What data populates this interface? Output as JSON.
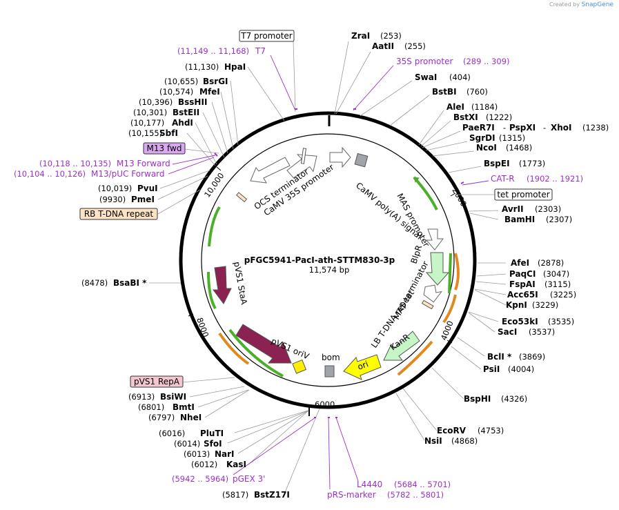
{
  "credit": {
    "prefix": "Created by",
    "brand": "SnapGene"
  },
  "map": {
    "name": "pFGC5941-PacI-ath-STTM830-3p",
    "length": "11,574 bp",
    "ticks": [
      "2000",
      "4000",
      "6000",
      "8000",
      "10,000"
    ]
  },
  "sites": [
    {
      "name": "ZraI",
      "pos": "(253)"
    },
    {
      "name": "AatII",
      "pos": "(255)"
    },
    {
      "name": "SwaI",
      "pos": "(404)"
    },
    {
      "name": "BstBI",
      "pos": "(760)"
    },
    {
      "name": "AleI",
      "pos": "(1184)"
    },
    {
      "name": "BstXI",
      "pos": "(1222)"
    },
    {
      "name": "PaeR7I",
      "pos": ""
    },
    {
      "name": "PspXI",
      "pos": ""
    },
    {
      "name": "XhoI",
      "pos": "(1238)"
    },
    {
      "name": "SgrDI",
      "pos": "(1315)"
    },
    {
      "name": "NcoI",
      "pos": "(1468)"
    },
    {
      "name": "BspEI",
      "pos": "(1773)"
    },
    {
      "name": "AvrII",
      "pos": "(2303)"
    },
    {
      "name": "BamHI",
      "pos": "(2307)"
    },
    {
      "name": "AfeI",
      "pos": "(2878)"
    },
    {
      "name": "PaqCI",
      "pos": "(3047)"
    },
    {
      "name": "FspAI",
      "pos": "(3115)"
    },
    {
      "name": "Acc65I",
      "pos": "(3225)"
    },
    {
      "name": "KpnI",
      "pos": "(3229)"
    },
    {
      "name": "Eco53kI",
      "pos": "(3535)"
    },
    {
      "name": "SacI",
      "pos": "(3537)"
    },
    {
      "name": "BclI *",
      "pos": "(3869)"
    },
    {
      "name": "PsiI",
      "pos": "(4004)"
    },
    {
      "name": "BspHI",
      "pos": "(4326)"
    },
    {
      "name": "EcoRV",
      "pos": "(4753)"
    },
    {
      "name": "NsiI",
      "pos": "(4868)"
    },
    {
      "name": "BstZ17I",
      "pos": "(5817)"
    },
    {
      "name": "KasI",
      "pos": "(6012)"
    },
    {
      "name": "NarI",
      "pos": "(6013)"
    },
    {
      "name": "SfoI",
      "pos": "(6014)"
    },
    {
      "name": "PluTI",
      "pos": "(6016)"
    },
    {
      "name": "NheI",
      "pos": "(6797)"
    },
    {
      "name": "BmtI",
      "pos": "(6801)"
    },
    {
      "name": "BsiWI",
      "pos": "(6913)"
    },
    {
      "name": "BsaBI *",
      "pos": "(8478)"
    },
    {
      "name": "PmeI",
      "pos": "(9930)"
    },
    {
      "name": "PvuI",
      "pos": "(10,019)"
    },
    {
      "name": "SbfI",
      "pos": "(10,155)"
    },
    {
      "name": "AhdI",
      "pos": "(10,177)"
    },
    {
      "name": "BstEII",
      "pos": "(10,301)"
    },
    {
      "name": "BssHII",
      "pos": "(10,396)"
    },
    {
      "name": "MfeI",
      "pos": "(10,574)"
    },
    {
      "name": "BsrGI",
      "pos": "(10,655)"
    },
    {
      "name": "HpaI",
      "pos": "(11,130)"
    }
  ],
  "primers": [
    {
      "name": "T7",
      "range": "(11,149 .. 11,168)"
    },
    {
      "name": "35S promoter",
      "range": "(289 .. 309)"
    },
    {
      "name": "CAT-R",
      "range": "(1902 .. 1921)"
    },
    {
      "name": "M13 Forward",
      "range": "(10,118 .. 10,135)"
    },
    {
      "name": "M13/pUC Forward",
      "range": "(10,104 .. 10,126)"
    },
    {
      "name": "pGEX 3'",
      "range": "(5942 .. 5964)"
    },
    {
      "name": "L4440",
      "range": "(5684 .. 5701)"
    },
    {
      "name": "pRS-marker",
      "range": "(5782 .. 5801)"
    }
  ],
  "boxed_labels": [
    {
      "text": "T7 promoter",
      "style": "white"
    },
    {
      "text": "tet promoter",
      "style": "white"
    },
    {
      "text": "M13 fwd",
      "style": "violet"
    },
    {
      "text": "RB T-DNA repeat",
      "style": "peach"
    },
    {
      "text": "pVS1 RepA",
      "style": "pink"
    }
  ],
  "features": [
    {
      "name": "OCS terminator"
    },
    {
      "name": "CaMV 35S promoter"
    },
    {
      "name": "CaMV poly(A) signal"
    },
    {
      "name": "MAS promoter"
    },
    {
      "name": "BlpR"
    },
    {
      "name": "MAS terminator"
    },
    {
      "name": "LB T-DNA repeat"
    },
    {
      "name": "KanR"
    },
    {
      "name": "ori"
    },
    {
      "name": "bom"
    },
    {
      "name": "pVS1 oriV"
    },
    {
      "name": "pVS1 StaA"
    }
  ],
  "colors": {
    "primer": "#9b2fc9",
    "line": "#9a9a9a",
    "green_arrow": "#4caf2a",
    "orange_arrow": "#e08a1e",
    "staA": "#8b2252",
    "kanR": "#c6f5c6",
    "ori": "#ffff00",
    "oriV": "#ffee00",
    "m13_fwd_box": "#d9a8f0",
    "rb_box": "#fde3c4",
    "repa_box": "#f4c6d0"
  }
}
